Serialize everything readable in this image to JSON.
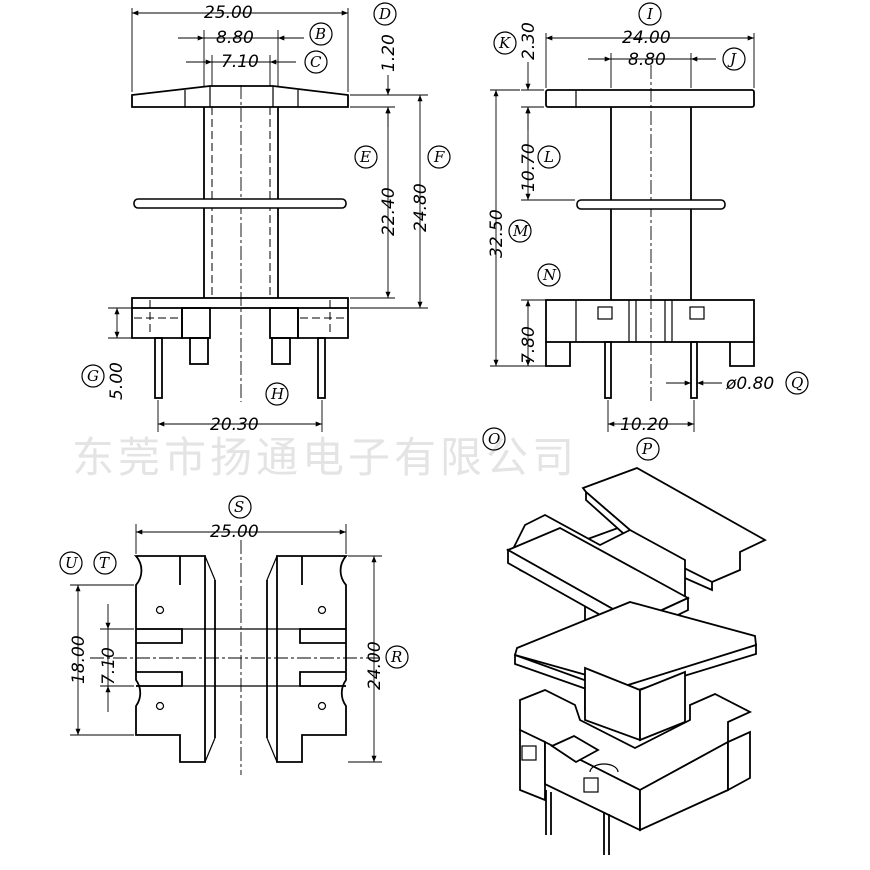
{
  "watermark": "东莞市扬通电子有限公司",
  "dimensions": {
    "front_width": "25.00",
    "front_b": "8.80",
    "front_c": "7.10",
    "front_d": "1.20",
    "front_e": "22.40",
    "front_f": "24.80",
    "front_g": "5.00",
    "front_h": "20.30",
    "side_i": "24.00",
    "side_j": "8.80",
    "side_k": "2.30",
    "side_l": "10.70",
    "side_m": "32.50",
    "side_n": "7.80",
    "side_q": "ø0.80",
    "side_p": "10.20",
    "bottom_s": "25.00",
    "bottom_r": "24.00",
    "bottom_u": "18.00",
    "bottom_t": "7.10"
  },
  "labels": {
    "B": "B",
    "C": "C",
    "D": "D",
    "E": "E",
    "F": "F",
    "G": "G",
    "H": "H",
    "I": "I",
    "J": "J",
    "K": "K",
    "L": "L",
    "M": "M",
    "N": "N",
    "O": "O",
    "P": "P",
    "Q": "Q",
    "R": "R",
    "S": "S",
    "T": "T",
    "U": "U"
  }
}
